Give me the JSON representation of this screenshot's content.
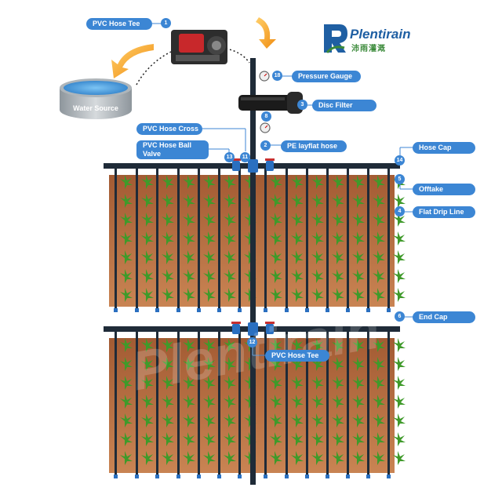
{
  "brand": {
    "name": "Plentirain",
    "name_cn": "沛雨灌溉"
  },
  "water_source": "Water Source",
  "labels": {
    "pvc_hose_tee_top": "PVC Hose Tee",
    "pressure_gauge": "Pressure Gauge",
    "disc_filter": "Disc Filter",
    "pvc_hose_cross": "PVC Hose Cross",
    "pvc_hose_ball_valve": "PVC Hose Ball Valve",
    "pe_layflat_hose": "PE layflat hose",
    "hose_cap": "Hose Cap",
    "offtake": "Offtake",
    "flat_drip_line": "Flat Drip Line",
    "end_cap": "End Cap",
    "pvc_hose_tee_bottom": "PVC Hose Tee"
  },
  "numbers": {
    "n1": "1",
    "n18": "18",
    "n3": "3",
    "n8": "8",
    "n2": "2",
    "n13": "13",
    "n11": "11",
    "n14": "14",
    "n5": "5",
    "n4": "4",
    "n6": "6",
    "n12": "12"
  },
  "colors": {
    "label": "#3c86d4",
    "pipe": "#1f2b38",
    "soil": "#b56a3f",
    "plant": "#3f9a2a",
    "water": "#4aa3e6",
    "arrow": "#f5a623"
  }
}
